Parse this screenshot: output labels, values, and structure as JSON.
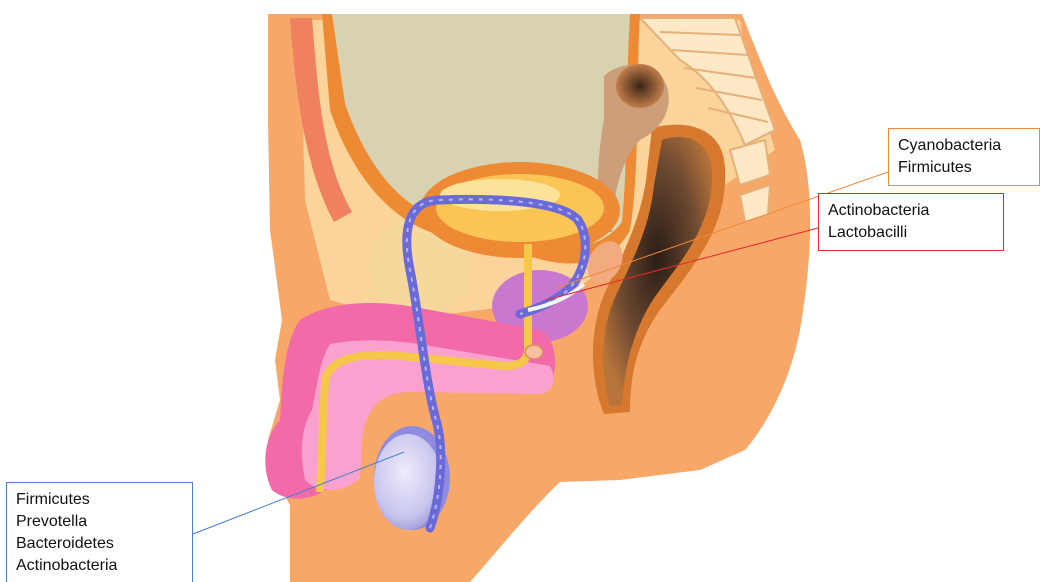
{
  "labels": {
    "seminal_vesicle": {
      "color": "#f0883a",
      "lines": [
        "Cyanobacteria",
        "Firmicutes"
      ]
    },
    "prostate": {
      "color": "#e02b2b",
      "lines": [
        "Actinobacteria",
        "Lactobacilli"
      ]
    },
    "testis": {
      "color": "#4a7fd0",
      "lines": [
        "Firmicutes",
        "Prevotella",
        "Bacteroidetes",
        "Actinobacteria"
      ]
    }
  },
  "colors": {
    "skin": "#f7a868",
    "skin_light": "#fbd49c",
    "bladder": "#d8d2b0",
    "bladder_wall": "#ef8a34",
    "prostate": "#c978cf",
    "penile_tissue": "#f36aa8",
    "penile_tissue_light": "#f9a2cf",
    "vas_deferens": "#6a6ad8",
    "testis": "#c9c6ee",
    "rectum": "#3e2a1f",
    "rectum_wall": "#d6792e",
    "urethra": "#f5c84a"
  }
}
